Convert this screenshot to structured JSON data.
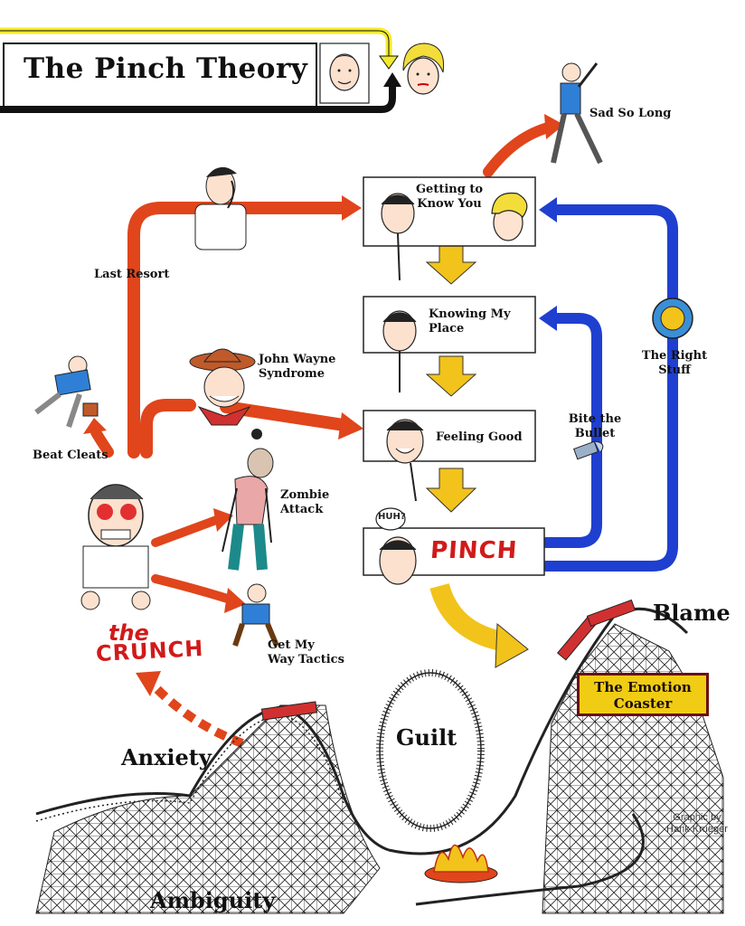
{
  "title": "The Pinch Theory",
  "boxes": {
    "getting_to_know_you": "Getting to\nKnow You",
    "knowing_my_place": "Knowing My\nPlace",
    "feeling_good": "Feeling Good",
    "pinch": "PINCH",
    "huh": "HUH?"
  },
  "paths": {
    "sad_so_long": "Sad So Long",
    "last_resort": "Last Resort",
    "john_wayne_syndrome": "John Wayne\nSyndrome",
    "beat_cleats": "Beat Cleats",
    "zombie_attack": "Zombie\nAttack",
    "get_my_way_tactics": "Get My\nWay Tactics",
    "bite_the_bullet": "Bite the\nBullet",
    "the_right_stuff": "The Right\nStuff"
  },
  "crunch": {
    "the": "the",
    "crunch": "CRUNCH"
  },
  "coaster": {
    "sign": "The Emotion\nCoaster",
    "blame": "Blame",
    "guilt": "Guilt",
    "anxiety": "Anxiety",
    "ambiguity": "Ambiguity"
  },
  "credit": "Graphic by\nHank Krueger",
  "colors": {
    "red_arrow": "#e0451c",
    "blue_arrow": "#1f3fd0",
    "yellow_arrow": "#f2c31a",
    "title_yellow_line": "#f3ea2a",
    "title_black_line": "#111111",
    "crunch_red": "#d11a1a"
  }
}
